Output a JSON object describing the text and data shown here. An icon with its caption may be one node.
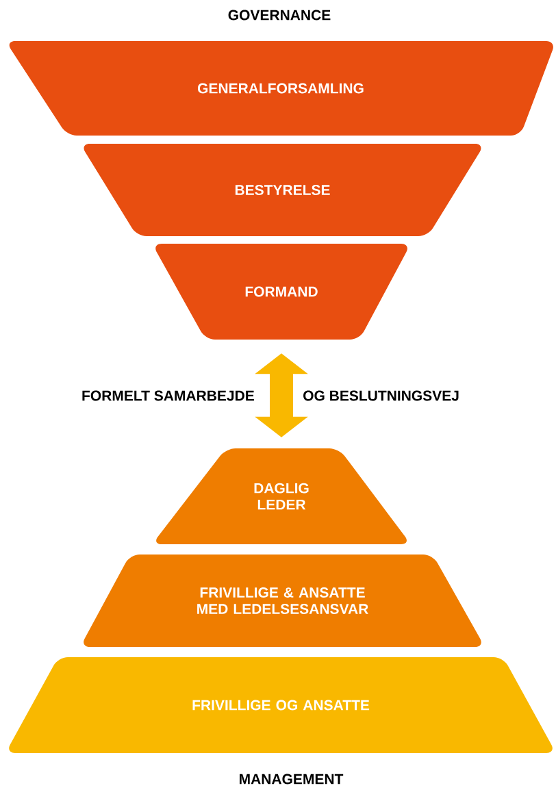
{
  "diagram": {
    "title": "GOVERNANCE",
    "nodes": [
      {
        "text": [
          "GENERALFORSAMLING"
        ]
      },
      {
        "text": [
          "BESTYRELSE"
        ]
      },
      {
        "text": [
          "FORMAND"
        ]
      },
      {
        "text": [
          "DAGLIG LEDER"
        ]
      },
      {
        "text": [
          "FRIVILLIGE & ANSATTE MED LEDELSESANSVAR"
        ]
      },
      {
        "text": [
          "FRIVILLIGE OG ANSATTE"
        ]
      }
    ],
    "edges": [
      {
        "from": 2,
        "to": 3,
        "arrow": "both",
        "color": "#f9b800"
      }
    ],
    "labels": [
      "FORMELT SAMARBEJDE",
      "OG BESLUTNINGSVEJ",
      "MANAGEMENT"
    ]
  }
}
